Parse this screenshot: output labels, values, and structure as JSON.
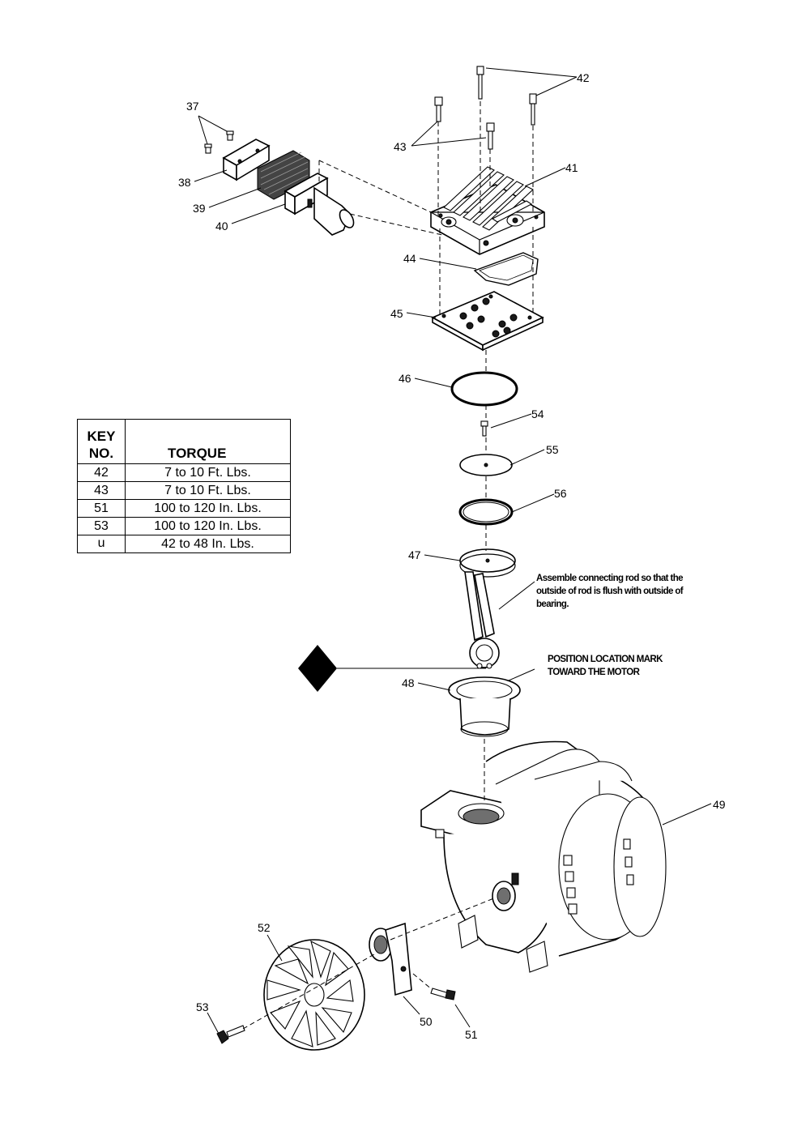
{
  "callouts": {
    "c37": "37",
    "c38": "38",
    "c39": "39",
    "c40": "40",
    "c41": "41",
    "c42": "42",
    "c43": "43",
    "c44": "44",
    "c45": "45",
    "c46": "46",
    "c47": "47",
    "c48": "48",
    "c49": "49",
    "c50": "50",
    "c51": "51",
    "c52": "52",
    "c53": "53",
    "c54": "54",
    "c55": "55",
    "c56": "56"
  },
  "torque_table": {
    "header_key_line1": "KEY",
    "header_key_line2": "NO.",
    "header_torque": "TORQUE",
    "rows": [
      {
        "key": "42",
        "torque": "7 to 10 Ft. Lbs."
      },
      {
        "key": "43",
        "torque": "7 to 10 Ft. Lbs."
      },
      {
        "key": "51",
        "torque": "100 to 120 In. Lbs."
      },
      {
        "key": "53",
        "torque": "100 to 120 In. Lbs."
      },
      {
        "key": "u",
        "torque": "42 to 48 In. Lbs."
      }
    ]
  },
  "notes": {
    "connecting_rod": "Assemble connecting rod so that the outside of  rod is flush with outside of bearing.",
    "location_mark_line1": "POSITION LOCATION MARK",
    "location_mark_line2": "TOWARD THE MOTOR"
  }
}
